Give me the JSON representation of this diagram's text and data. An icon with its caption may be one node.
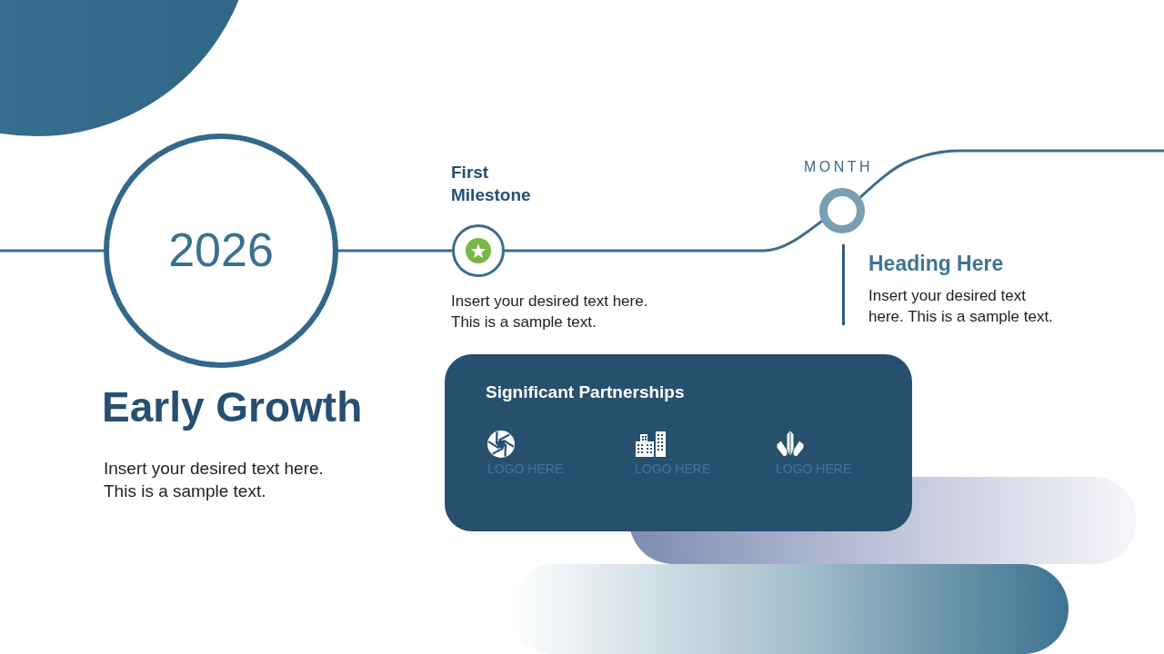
{
  "diagram": {
    "title": "Early Growth",
    "nodes": [
      {
        "text": [
          "2026"
        ]
      },
      {
        "text": [],
        "shape": "circle"
      },
      {
        "text": [],
        "shape": "circle"
      },
      {
        "text": [
          "Significant Partnerships",
          "LOGO HERE",
          "LOGO HERE",
          "LOGO HERE"
        ]
      },
      {
        "text": [],
        "shape": "bar"
      },
      {
        "text": [],
        "shape": "bar"
      }
    ],
    "edges": [
      {
        "from": null,
        "to": 0,
        "arrow": "none"
      },
      {
        "from": 0,
        "to": 1,
        "arrow": "none"
      },
      {
        "from": 1,
        "to": 2,
        "arrow": "none"
      },
      {
        "from": 2,
        "to": null,
        "arrow": "none"
      }
    ],
    "labels": [
      "First Milestone",
      "Insert your desired text here. This is a sample text.",
      "MONTH",
      "Heading Here",
      "Insert your desired text here. This is a sample text.",
      "Insert your desired text here. This is a sample text."
    ]
  }
}
